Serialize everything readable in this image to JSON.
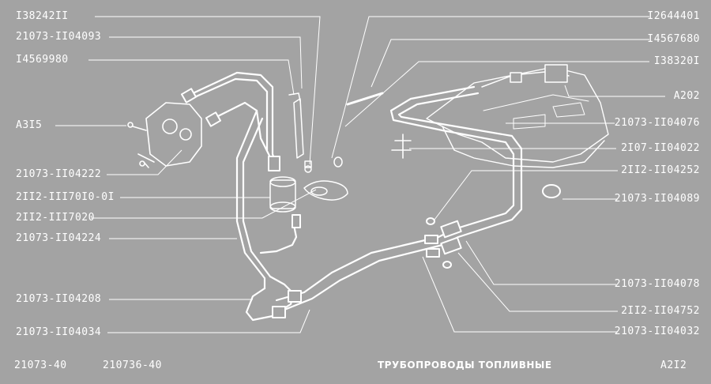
{
  "diagram": {
    "title": "ТРУБОПРОВОДЫ ТОПЛИВНЫЕ",
    "footer": {
      "model_left": "21073-40",
      "model_mid": "210736-40",
      "page_code": "A2I2"
    },
    "left_labels": [
      "I38242II",
      "21073-II04093",
      "I4569980",
      "A3I5",
      "21073-II04222",
      "2II2-III70I0-0I",
      "2II2-III7020",
      "21073-II04224",
      "21073-II04208",
      "21073-II04034"
    ],
    "right_labels": [
      "I2644401",
      "I4567680",
      "I38320I",
      "A202",
      "21073-II04076",
      "2I07-II04022",
      "2II2-II04252",
      "21073-II04089",
      "21073-II04078",
      "2II2-II04752",
      "21073-II04032"
    ]
  }
}
